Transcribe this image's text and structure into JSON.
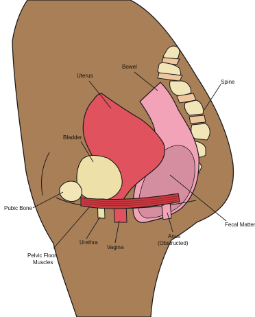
{
  "labels": {
    "uterus": "Uterus",
    "bowel": "Bowel",
    "spine": "Spine",
    "bladder": "Bladder",
    "pubic_bone": "Pubic Bone",
    "fecal_matter": "Fecal Matter",
    "pelvic_floor_line1": "Pelvic Floor",
    "pelvic_floor_line2": "Muscles",
    "urethra": "Urethra",
    "vagina": "Vagina",
    "anus_line1": "Anus",
    "anus_line2": "(Obstructed)"
  },
  "colors": {
    "skin": "#a97f58",
    "uterus": "#e0525d",
    "bowel": "#f2a3b8",
    "fecal_matter": "#d48ea0",
    "bladder": "#ede0a8",
    "bone": "#f2e5b8",
    "bone_joint": "#efc79e",
    "muscle": "#c7383f"
  }
}
